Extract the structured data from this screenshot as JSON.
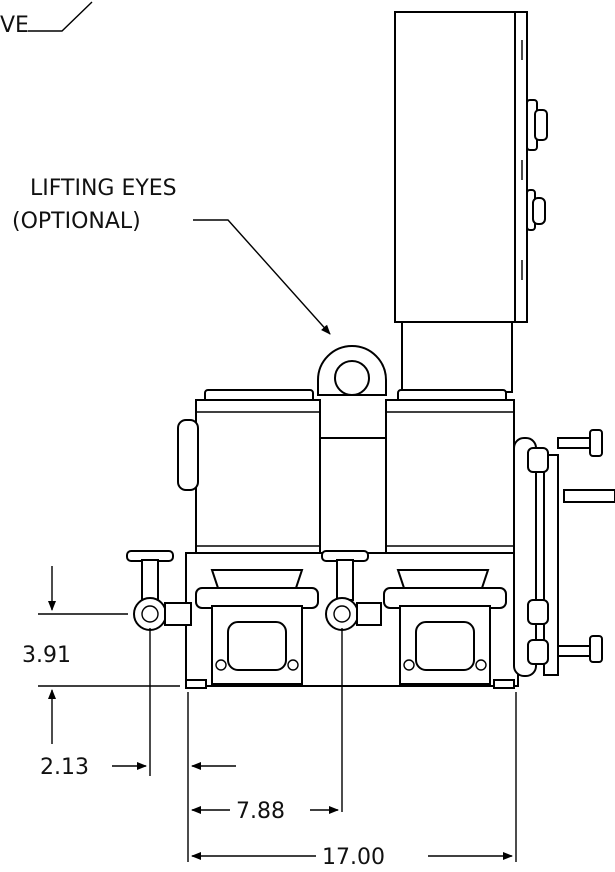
{
  "callouts": {
    "valve_fragment": "VE",
    "lifting_eyes_line1": "LIFTING EYES",
    "lifting_eyes_line2": "(OPTIONAL)"
  },
  "dimensions": {
    "d1": "3.91",
    "d2": "2.13",
    "d3": "7.88",
    "d4": "17.00"
  }
}
